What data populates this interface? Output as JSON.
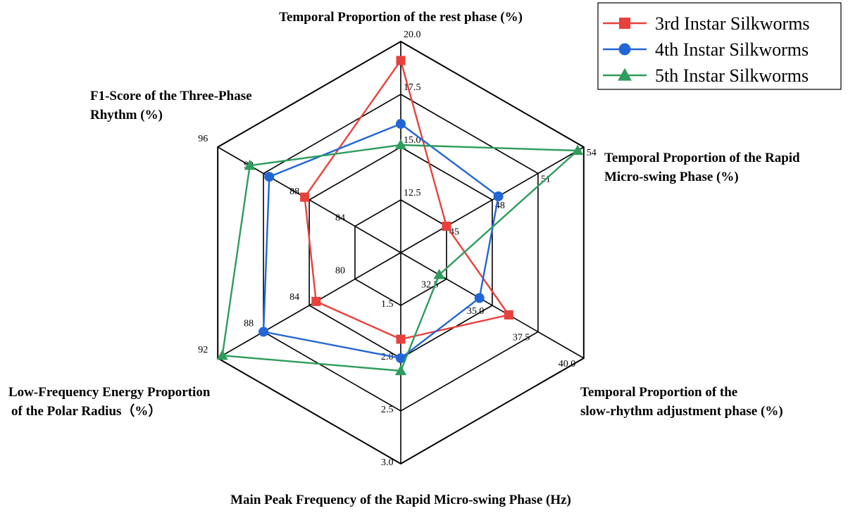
{
  "chart_data": {
    "type": "radar",
    "axes": [
      {
        "title_lines": [
          "Temporal Proportion of the rest phase (%)"
        ],
        "ticks": [
          "12.5",
          "15.0",
          "17.5",
          "20.0"
        ],
        "range": [
          10.0,
          20.0
        ]
      },
      {
        "title_lines": [
          "Temporal Proportion of the Rapid",
          "Micro-swing Phase (%)"
        ],
        "ticks": [
          "45",
          "48",
          "51",
          "54"
        ],
        "range": [
          42,
          54
        ]
      },
      {
        "title_lines": [
          "Temporal Proportion of the",
          "slow-rhythm adjustment phase (%)"
        ],
        "ticks": [
          "32.5",
          "35.0",
          "37.5",
          "40.0"
        ],
        "range": [
          30.0,
          40.0
        ]
      },
      {
        "title_lines": [
          "Main Peak Frequency of the Rapid Micro-swing Phase (Hz)"
        ],
        "ticks": [
          "1.5",
          "2.0",
          "2.5",
          "3.0"
        ],
        "range": [
          1.0,
          3.0
        ]
      },
      {
        "title_lines": [
          "Low-Frequency Energy Proportion",
          "of the Polar Radius（%）"
        ],
        "ticks": [
          "80",
          "84",
          "88",
          "92"
        ],
        "range": [
          76,
          92
        ]
      },
      {
        "title_lines": [
          "F1-Score of the Three-Phase",
          "Rhythm (%)"
        ],
        "ticks": [
          "84",
          "88",
          "92",
          "96"
        ],
        "range": [
          80,
          96
        ]
      }
    ],
    "series": [
      {
        "name": "3rd Instar Silkworms",
        "color": "#e8413c",
        "marker": "square",
        "values": [
          19.1,
          45.0,
          35.9,
          1.82,
          83.4,
          88.4
        ]
      },
      {
        "name": "4th Instar Silkworms",
        "color": "#2266d6",
        "marker": "circle",
        "values": [
          16.1,
          48.4,
          34.3,
          2.0,
          88.0,
          91.5
        ]
      },
      {
        "name": "5th Instar Silkworms",
        "color": "#2e9c5c",
        "marker": "triangle",
        "values": [
          15.1,
          53.6,
          32.1,
          2.12,
          91.6,
          93.2
        ]
      }
    ],
    "grid": true,
    "legend_position": "top-right"
  }
}
